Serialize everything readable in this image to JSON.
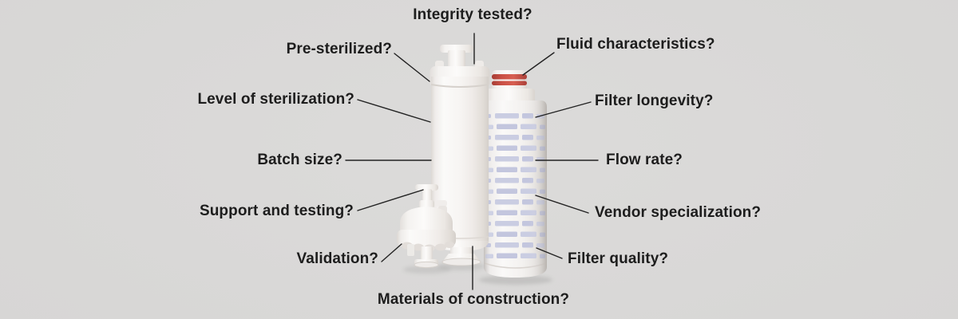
{
  "page": {
    "type": "annotated-infographic",
    "subject": "sterile filtration cartridges and capsule filter with consideration questions",
    "background_color": "#d7d6d5",
    "text_color": "#1d1d1d",
    "line_color": "#222222",
    "accent_red": "#c84f44",
    "pleat_color": "#c3c6de"
  },
  "labels": {
    "integrity_tested": "Integrity tested?",
    "pre_sterilized": "Pre-sterilized?",
    "fluid_characteristics": "Fluid characteristics?",
    "level_of_sterilization": "Level of sterilization?",
    "filter_longevity": "Filter longevity?",
    "batch_size": "Batch size?",
    "flow_rate": "Flow rate?",
    "support_and_testing": "Support and testing?",
    "vendor_specialization": "Vendor specialization?",
    "validation": "Validation?",
    "filter_quality": "Filter quality?",
    "materials_of_construction": "Materials of construction?"
  },
  "illustration": {
    "items": [
      "large-capsule-filter",
      "pleated-cartridge-filter",
      "small-capsule-filter"
    ]
  }
}
